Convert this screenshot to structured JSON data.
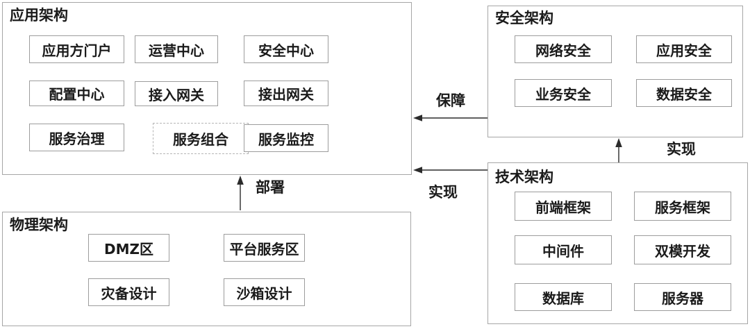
{
  "diagram_title": "",
  "panels": {
    "app": {
      "title": "应用架构",
      "cells": [
        "应用方门户",
        "运营中心",
        "安全中心",
        "配置中心",
        "接入网关",
        "接出网关",
        "服务治理",
        "服务组合",
        "服务监控"
      ]
    },
    "security": {
      "title": "安全架构",
      "cells": [
        "网络安全",
        "应用安全",
        "业务安全",
        "数据安全"
      ]
    },
    "tech": {
      "title": "技术架构",
      "cells": [
        "前端框架",
        "服务框架",
        "中间件",
        "双模开发",
        "数据库",
        "服务器"
      ]
    },
    "physical": {
      "title": "物理架构",
      "cells": [
        "DMZ区",
        "平台服务区",
        "灾备设计",
        "沙箱设计"
      ]
    }
  },
  "relations": {
    "guarantee": "保障",
    "realize_app": "实现",
    "realize_security": "实现",
    "deploy": "部署"
  },
  "colors": {
    "background": "#ffffff",
    "text": "#1a1a1a",
    "panel_border": "#a6a6a6",
    "cell_border": "#9c9c9c",
    "dashed_border": "#b5b5b5",
    "arrow": "#2b2b2b"
  }
}
